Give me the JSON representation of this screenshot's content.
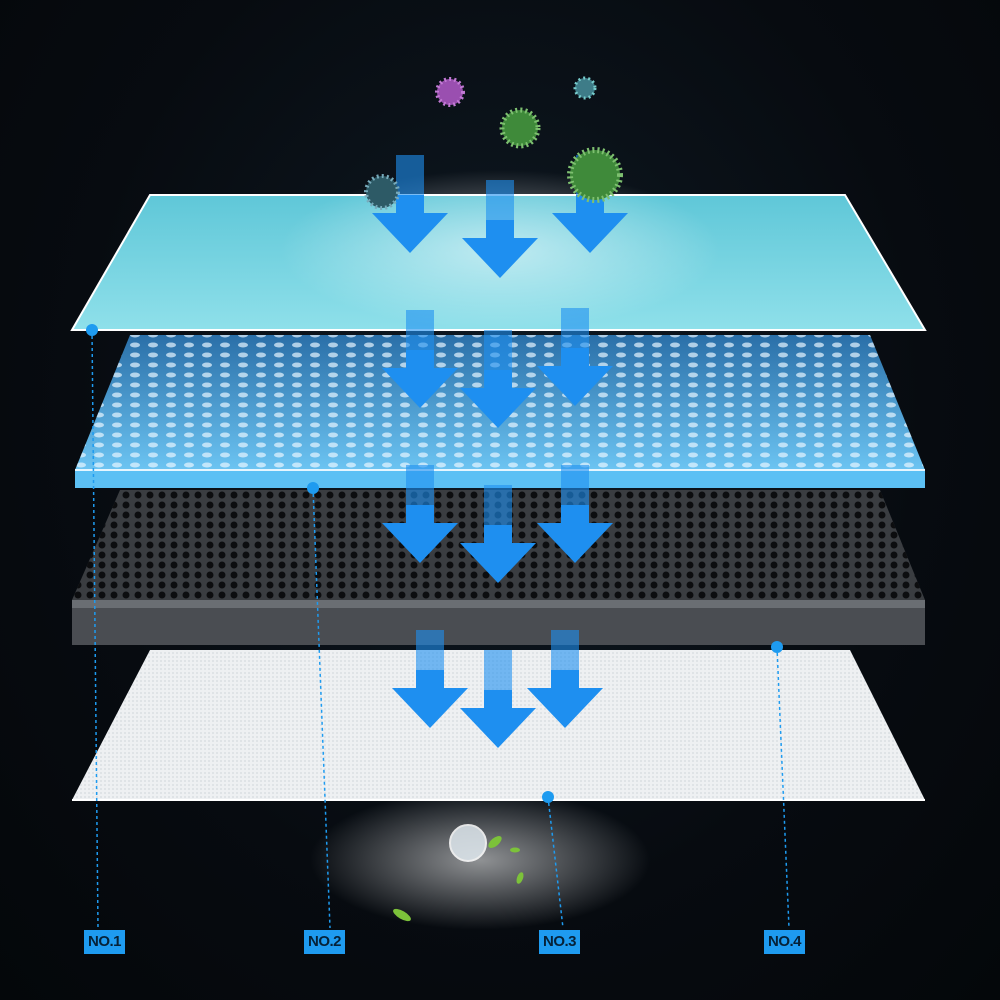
{
  "title": "Four-layer filter structure",
  "layers": [
    {
      "label": "NO.1",
      "color": "#7fd6e6"
    },
    {
      "label": "NO.2",
      "color": "#5bb8ec"
    },
    {
      "label": "NO.3",
      "color": "#f0f2f4"
    },
    {
      "label": "NO.4",
      "color": "#2a2d31"
    }
  ],
  "accent": "#1e9bf0"
}
